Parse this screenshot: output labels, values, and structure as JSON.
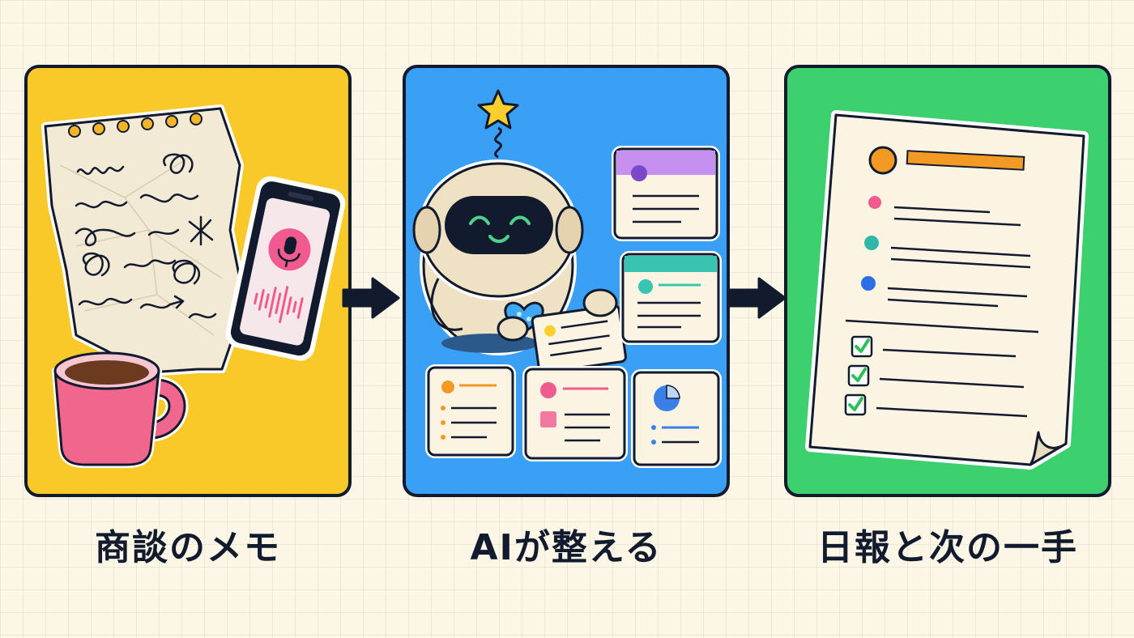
{
  "steps": [
    {
      "label": "商談のメモ",
      "color": "#f9c92a",
      "icons": [
        "notepad-icon",
        "smartphone-icon",
        "microphone-icon",
        "coffee-mug-icon"
      ]
    },
    {
      "label": "AIが整える",
      "color": "#3aa0f5",
      "icons": [
        "robot-icon",
        "star-icon",
        "heart-icon",
        "card-icon",
        "pie-chart-icon"
      ]
    },
    {
      "label": "日報と次の一手",
      "color": "#3cd06e",
      "icons": [
        "document-icon",
        "checkbox-icon",
        "bullet-icon"
      ]
    }
  ],
  "connectors": [
    "arrow-right-icon",
    "arrow-right-icon"
  ],
  "colors": {
    "background": "#fbf6e6",
    "outline": "#121a2e",
    "memo_panel": "#f9c92a",
    "ai_panel": "#3aa0f5",
    "report_panel": "#3cd06e"
  }
}
